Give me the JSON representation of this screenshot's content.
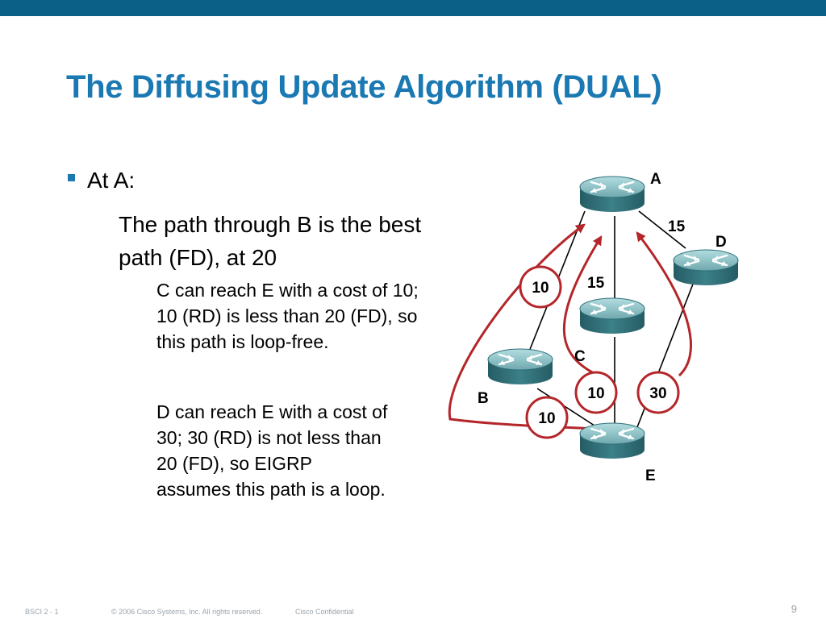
{
  "slide": {
    "title": "The Diffusing Update Algorithm (DUAL)",
    "bullet": "At A:",
    "para_main": "The path through B is the best path (FD), at 20",
    "para_c": "C can reach E with a cost of 10; 10 (RD) is less than 20 (FD), so this path is loop-free.",
    "para_d": "D can reach E with a cost of 30; 30 (RD) is not less than 20 (FD), so EIGRP assumes this path is a loop."
  },
  "diagram": {
    "routers": {
      "a": "A",
      "b": "B",
      "c": "C",
      "d": "D",
      "e": "E"
    },
    "link_costs": {
      "a_d": "15",
      "a_c": "15"
    },
    "reported_costs": {
      "b_top": "10",
      "b_bottom": "10",
      "c": "10",
      "d": "30"
    },
    "colors": {
      "router_body": "#2f6f78",
      "router_top": "#8fc3c8",
      "arrow": "#b4262a",
      "link": "#000000"
    }
  },
  "footer": {
    "course": "BSCI 2 - 1",
    "copyright": "© 2006 Cisco Systems, Inc. All rights reserved.",
    "confidential": "Cisco Confidential",
    "page": "9"
  }
}
